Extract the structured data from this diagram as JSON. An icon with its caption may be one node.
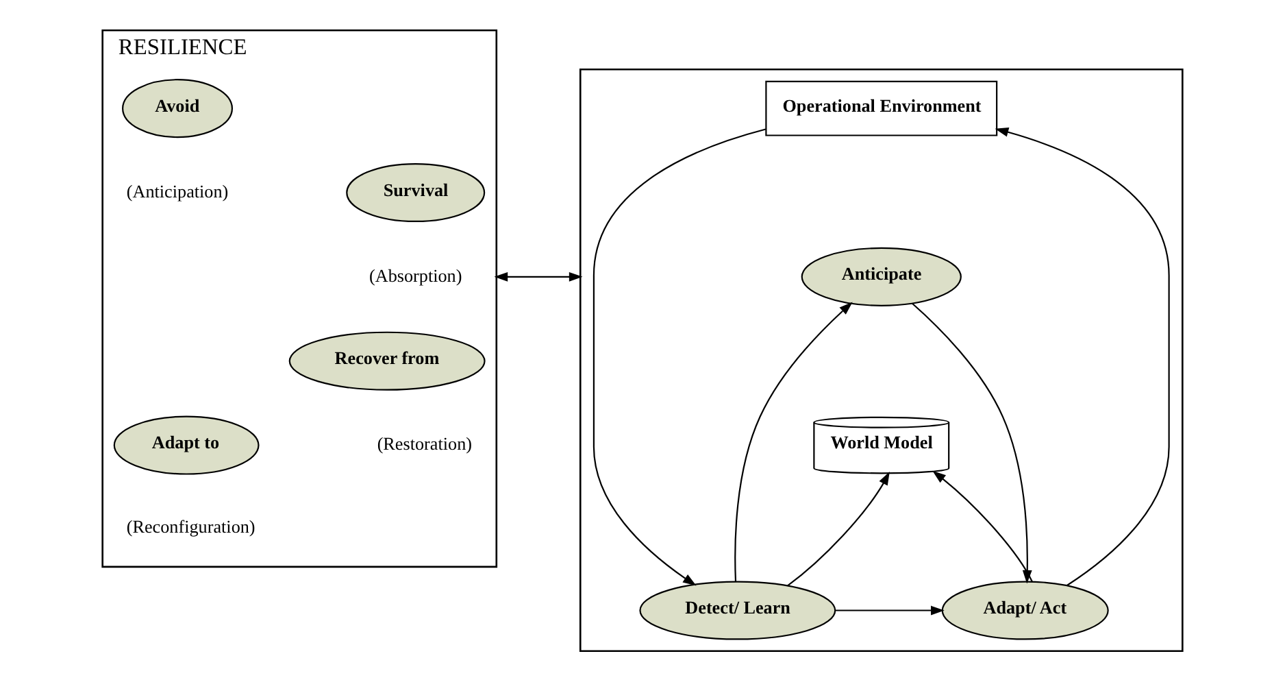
{
  "diagram": {
    "nodes": [
      {
        "text": [
          "RESILIENCE"
        ]
      },
      {
        "text": [
          "Avoid"
        ],
        "in": 0,
        "beside": [
          "(Anticipation)"
        ]
      },
      {
        "text": [
          "Survival"
        ],
        "in": 0,
        "beside": [
          "(Absorption)"
        ]
      },
      {
        "text": [
          "Recover from"
        ],
        "in": 0,
        "beside": [
          "(Restoration)"
        ]
      },
      {
        "text": [
          "Adapt to"
        ],
        "in": 0,
        "beside": [
          "(Reconfiguration)"
        ]
      },
      {
        "text": [],
        "shape": "box"
      },
      {
        "text": [
          "Operational Environment"
        ],
        "in": 5
      },
      {
        "text": [
          "Anticipate"
        ],
        "in": 5
      },
      {
        "text": [
          "World Model"
        ],
        "in": 5
      },
      {
        "text": [
          "Detect/ Learn"
        ],
        "in": 5
      },
      {
        "text": [
          "Adapt/ Act"
        ],
        "in": 5
      }
    ],
    "edges": [
      {
        "from": 0,
        "to": 5,
        "arrow": "both"
      },
      {
        "from": 6,
        "to": 9,
        "arrow": "to"
      },
      {
        "from": 9,
        "to": 7,
        "arrow": "to"
      },
      {
        "from": 9,
        "to": 8,
        "arrow": "to"
      },
      {
        "from": 9,
        "to": 10,
        "arrow": "to"
      },
      {
        "from": 7,
        "to": 10,
        "arrow": "to"
      },
      {
        "from": 10,
        "to": 8,
        "arrow": "to"
      },
      {
        "from": 10,
        "to": 6,
        "arrow": "to"
      }
    ]
  }
}
